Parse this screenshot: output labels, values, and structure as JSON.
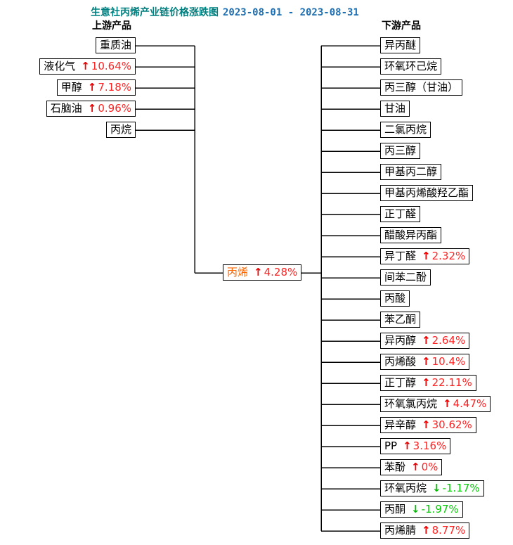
{
  "title": {
    "text": "生意社丙烯产业链价格涨跌图",
    "date_range": "2023-08-01 - 2023-08-31"
  },
  "headers": {
    "upstream": "上游产品",
    "downstream": "下游产品"
  },
  "arrows": {
    "up": "↑",
    "down": "↓"
  },
  "colors": {
    "title": "#008080",
    "date": "#1f6fb0",
    "up": "#ff2222",
    "down": "#00cc00",
    "center_name": "#ff6600",
    "line": "#000000"
  },
  "center": {
    "name": "丙烯",
    "direction": "up",
    "change": "4.28%"
  },
  "upstream": [
    {
      "name": "重质油"
    },
    {
      "name": "液化气",
      "direction": "up",
      "change": "10.64%"
    },
    {
      "name": "甲醇",
      "direction": "up",
      "change": "7.18%"
    },
    {
      "name": "石脑油",
      "direction": "up",
      "change": "0.96%"
    },
    {
      "name": "丙烷"
    }
  ],
  "downstream": [
    {
      "name": "异丙醚"
    },
    {
      "name": "环氧环己烷"
    },
    {
      "name": "丙三醇（甘油）"
    },
    {
      "name": "甘油"
    },
    {
      "name": "二氯丙烷"
    },
    {
      "name": "丙三醇"
    },
    {
      "name": "甲基丙二醇"
    },
    {
      "name": "甲基丙烯酸羟乙酯"
    },
    {
      "name": "正丁醛"
    },
    {
      "name": "醋酸异丙酯"
    },
    {
      "name": "异丁醛",
      "direction": "up",
      "change": "2.32%"
    },
    {
      "name": "间苯二酚"
    },
    {
      "name": "丙酸"
    },
    {
      "name": "苯乙酮"
    },
    {
      "name": "异丙醇",
      "direction": "up",
      "change": "2.64%"
    },
    {
      "name": "丙烯酸",
      "direction": "up",
      "change": "10.4%"
    },
    {
      "name": "正丁醇",
      "direction": "up",
      "change": "22.11%"
    },
    {
      "name": "环氧氯丙烷",
      "direction": "up",
      "change": "4.47%"
    },
    {
      "name": "异辛醇",
      "direction": "up",
      "change": "30.62%"
    },
    {
      "name": "PP",
      "direction": "up",
      "change": "3.16%"
    },
    {
      "name": "苯酚",
      "direction": "up",
      "change": "0%"
    },
    {
      "name": "环氧丙烷",
      "direction": "down",
      "change": "-1.17%"
    },
    {
      "name": "丙酮",
      "direction": "down",
      "change": "-1.97%"
    },
    {
      "name": "丙烯腈",
      "direction": "up",
      "change": "8.77%"
    }
  ]
}
